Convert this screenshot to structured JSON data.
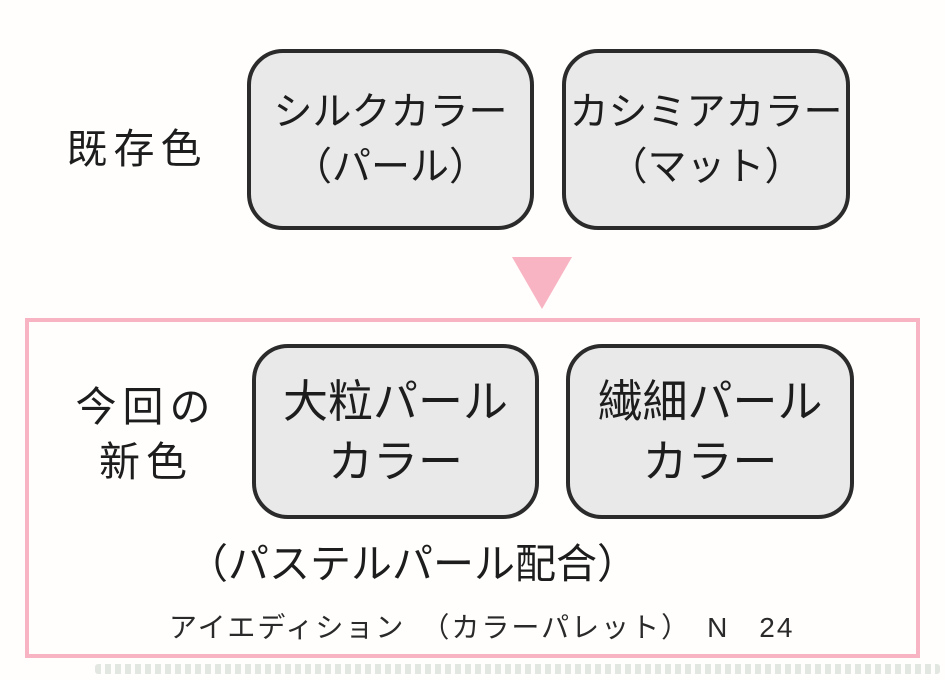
{
  "colors": {
    "pink": "#f8b4c2",
    "box_fill": "#e9e9e9",
    "box_border": "#2b2b2b",
    "text": "#1d1d1d"
  },
  "existing_section": {
    "label": "既存色",
    "boxes": [
      {
        "line1": "シルクカラー",
        "line2": "（パール）"
      },
      {
        "line1": "カシミアカラー",
        "line2": "（マット）"
      }
    ]
  },
  "new_section": {
    "label_line1": "今回の",
    "label_line2": "新色",
    "boxes": [
      {
        "line1": "大粒パール",
        "line2": "カラー"
      },
      {
        "line1": "繊細パール",
        "line2": "カラー"
      }
    ],
    "note": "（パステルパール配合）",
    "caption": "アイエディション　（カラーパレット）　N　24"
  }
}
